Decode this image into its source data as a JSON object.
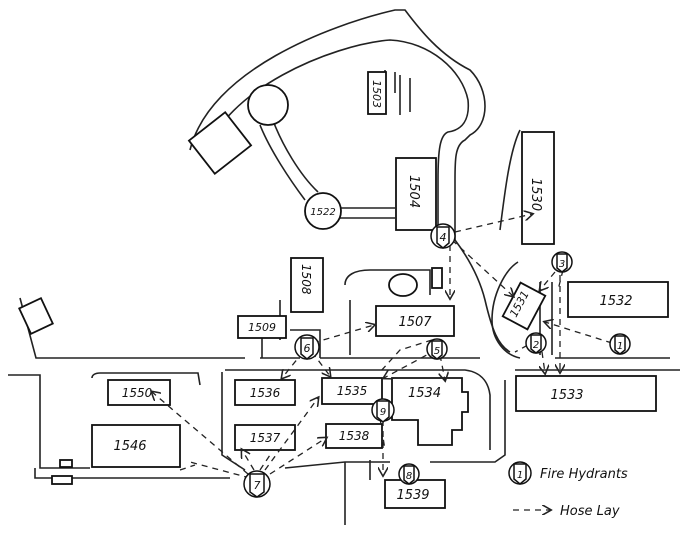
{
  "buildings": {
    "b1503": "1503",
    "b1504": "1504",
    "b1522": "1522",
    "b1530": "1530",
    "b1508": "1508",
    "b1509": "1509",
    "b1507": "1507",
    "b1531": "1531",
    "b1532": "1532",
    "b1533": "1533",
    "b1534": "1534",
    "b1535": "1535",
    "b1536": "1536",
    "b1537": "1537",
    "b1538": "1538",
    "b1539": "1539",
    "b1546": "1546",
    "b1550": "1550"
  },
  "hydrants": {
    "h1": "1",
    "h2": "2",
    "h3": "3",
    "h4": "4",
    "h5": "5",
    "h6": "6",
    "h7": "7",
    "h8": "8",
    "h9": "9"
  },
  "legend": {
    "hydrant_symbol": "1",
    "hydrant_label": "Fire Hydrants",
    "hose_label": "Hose Lay"
  }
}
